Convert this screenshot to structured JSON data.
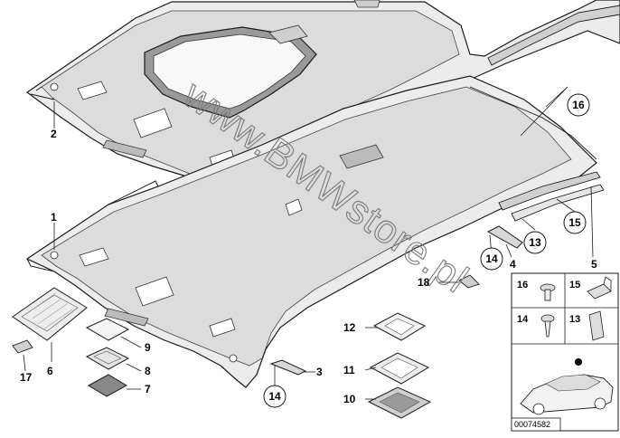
{
  "watermark": "www.BMWstore.pl",
  "diagram_code": "00074582",
  "callouts": {
    "n1": "1",
    "n2": "2",
    "n3": "3",
    "n4": "4",
    "n5": "5",
    "n6": "6",
    "n7": "7",
    "n8": "8",
    "n9": "9",
    "n10": "10",
    "n11": "11",
    "n12": "12",
    "n13": "13",
    "n14a": "14",
    "n14b": "14",
    "n15": "15",
    "n16": "16",
    "n17": "17",
    "n18": "18"
  },
  "legend": {
    "l16": "16",
    "l15": "15",
    "l14": "14",
    "l13": "13"
  }
}
